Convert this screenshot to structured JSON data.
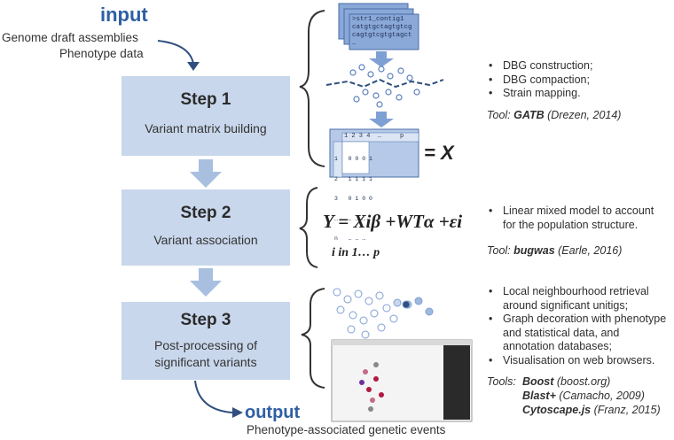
{
  "input": {
    "title": "input",
    "line1": "Genome draft assemblies",
    "line2": "Phenotype data"
  },
  "steps": [
    {
      "title": "Step 1",
      "subtitle": "Variant matrix building"
    },
    {
      "title": "Step 2",
      "subtitle": "Variant association"
    },
    {
      "title": "Step 3",
      "subtitle1": "Post-processing of",
      "subtitle2": "significant variants"
    }
  ],
  "output": {
    "title": "output",
    "subtitle": "Phenotype-associated genetic events"
  },
  "fasta": {
    "l1": ">str1_contig1",
    "l2": "catgtgctagtgtcg",
    "l3": "cagtgtcgtgtagct",
    "l4": "…"
  },
  "matrix": {
    "header": "1 2 3 4  …     p",
    "rows": [
      "1   0 0 0 1",
      "2   1 1 1 1",
      "3   0 1 0 0",
      "…   … … …",
      "n   … … …"
    ],
    "label": "= X"
  },
  "equation": {
    "main": "Y = Xiβ +WTα +εi",
    "range": "i in 1… p"
  },
  "step1_bullets": [
    "DBG construction;",
    "DBG compaction;",
    "Strain mapping."
  ],
  "step1_tool": {
    "prefix": "Tool: ",
    "name": "GATB",
    "ref": " (Drezen, 2014)"
  },
  "step2_bullets": [
    "Linear mixed model to account for the population structure."
  ],
  "step2_tool": {
    "prefix": "Tool: ",
    "name": "bugwas",
    "ref": " (Earle, 2016)"
  },
  "step3_bullets": [
    "Local neighbourhood retrieval around significant unitigs;",
    "Graph decoration with phenotype and statistical data, and annotation databases;",
    "Visualisation on web browsers."
  ],
  "step3_tools": {
    "prefix": "Tools:",
    "t1": "Boost",
    "r1": " (boost.org)",
    "t2": "Blast+",
    "r2": " (Camacho, 2009)",
    "t3": "Cytoscape.js",
    "r3": " (Franz, 2015)"
  },
  "colors": {
    "step_box": "#c9d7ec",
    "arrow": "#a8bfe0",
    "dark_arrow": "#2f4f7f",
    "accent": "#2e5fa3"
  }
}
